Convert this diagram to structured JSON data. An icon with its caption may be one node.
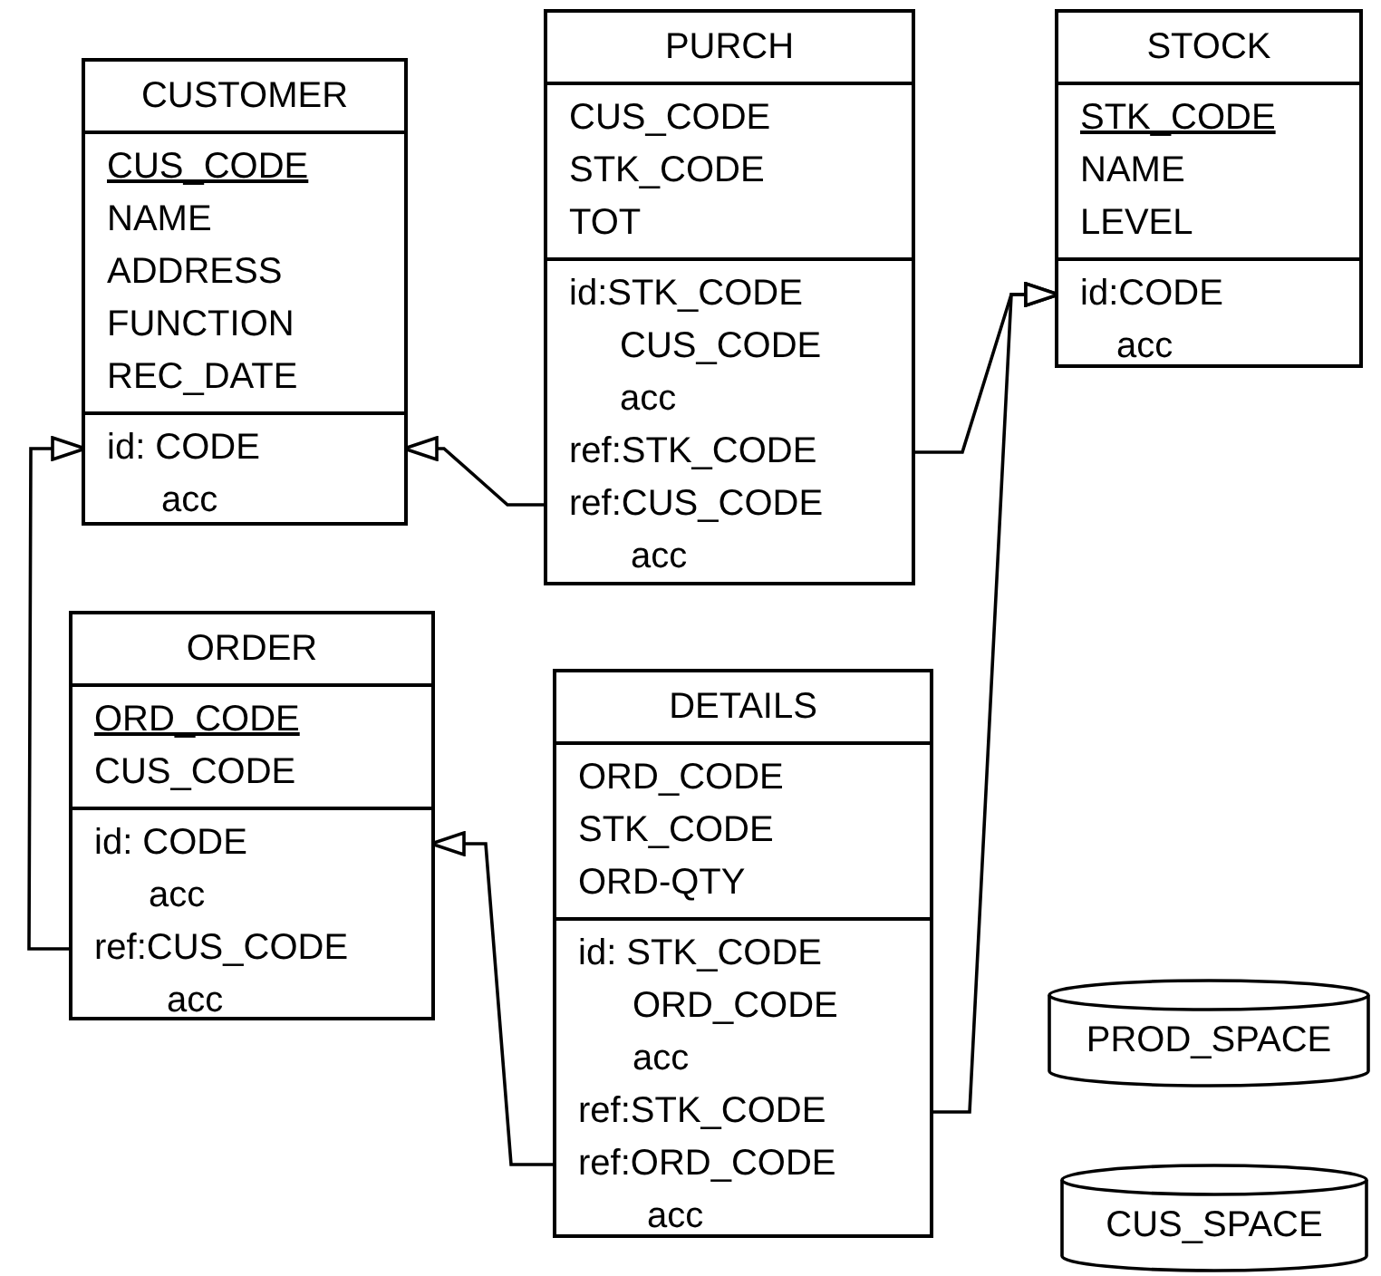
{
  "diagram": {
    "nodes": [
      {
        "text": [
          "CUSTOMER"
        ]
      },
      {
        "text": [
          "CUS_CODE",
          "NAME",
          "ADDRESS",
          "FUNCTION",
          "REC_DATE"
        ],
        "in": 0
      },
      {
        "text": [
          "id: CODE",
          "acc"
        ],
        "in": 0
      },
      {
        "text": [
          "PURCH"
        ]
      },
      {
        "text": [
          "CUS_CODE",
          "STK_CODE",
          "TOT"
        ],
        "in": 3
      },
      {
        "text": [
          "id:STK_CODE",
          "CUS_CODE",
          "acc",
          "ref:STK_CODE",
          "ref:CUS_CODE",
          "acc"
        ],
        "in": 3
      },
      {
        "text": [
          "STOCK"
        ]
      },
      {
        "text": [
          "STK_CODE",
          "NAME",
          "LEVEL"
        ],
        "in": 6
      },
      {
        "text": [
          "id:CODE",
          "acc"
        ],
        "in": 6
      },
      {
        "text": [
          "ORDER"
        ]
      },
      {
        "text": [
          "ORD_CODE",
          "CUS_CODE"
        ],
        "in": 9
      },
      {
        "text": [
          "id: CODE",
          "acc",
          "ref:CUS_CODE",
          "acc"
        ],
        "in": 9
      },
      {
        "text": [
          "DETAILS"
        ]
      },
      {
        "text": [
          "ORD_CODE",
          "STK_CODE",
          "ORD-QTY"
        ],
        "in": 12
      },
      {
        "text": [
          "id: STK_CODE",
          "ORD_CODE",
          "acc",
          "ref:STK_CODE",
          "ref:ORD_CODE",
          "acc"
        ],
        "in": 12
      },
      {
        "text": [
          "PROD_SPACE"
        ]
      },
      {
        "text": [
          "CUS_SPACE"
        ]
      }
    ],
    "edges": [
      {
        "from": 5,
        "to": 8,
        "arrow": "to"
      },
      {
        "from": 5,
        "to": 2,
        "arrow": "to"
      },
      {
        "from": 11,
        "to": 2,
        "arrow": "to"
      },
      {
        "from": 14,
        "to": 8,
        "arrow": "to"
      },
      {
        "from": 14,
        "to": 11,
        "arrow": "to"
      }
    ]
  }
}
